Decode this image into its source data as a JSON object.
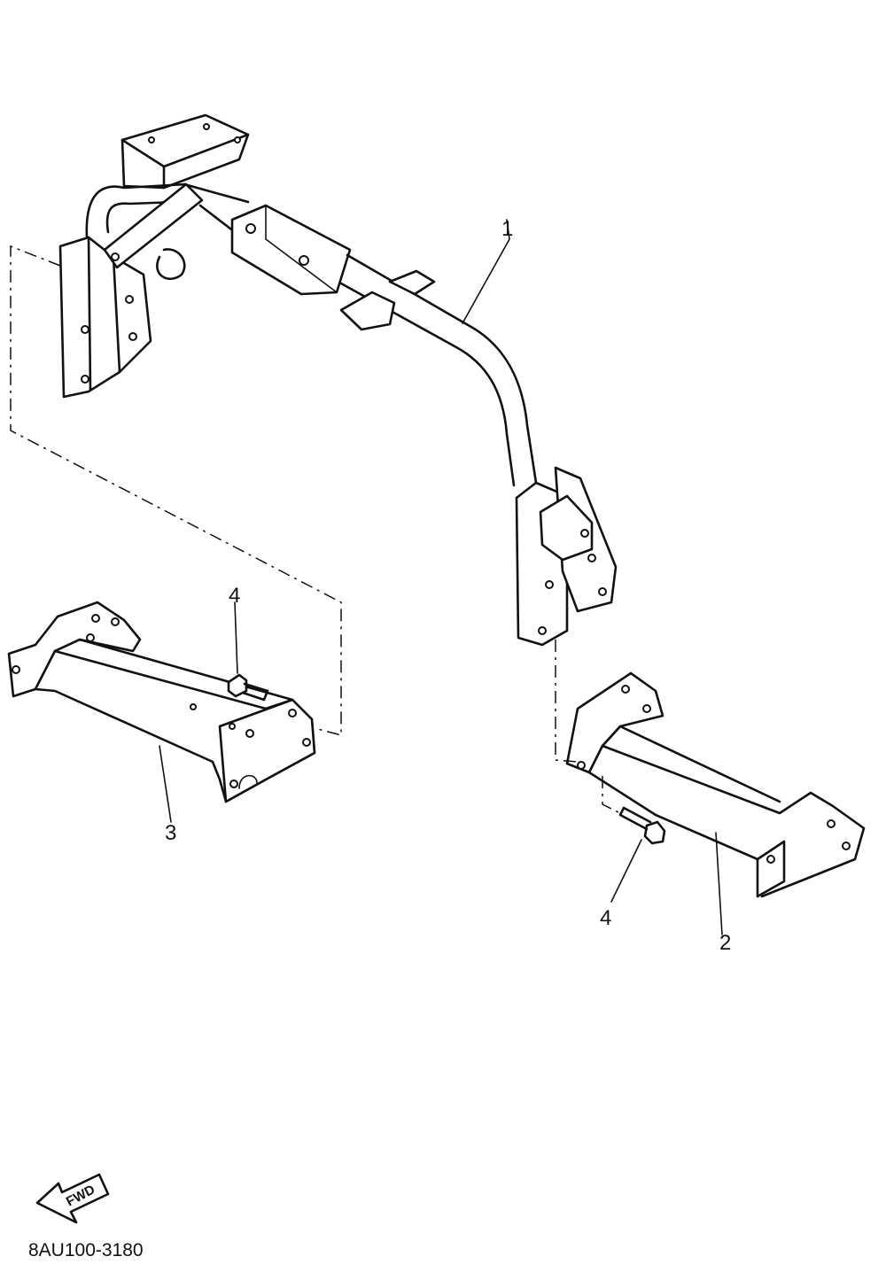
{
  "diagram": {
    "labels": {
      "part1": "1",
      "part2": "2",
      "part3": "3",
      "part4_left": "4",
      "part4_right": "4"
    },
    "direction_arrow": {
      "icon": "fwd-arrow-icon",
      "text": "FWD"
    },
    "drawing_code": "8AU100-3180"
  }
}
